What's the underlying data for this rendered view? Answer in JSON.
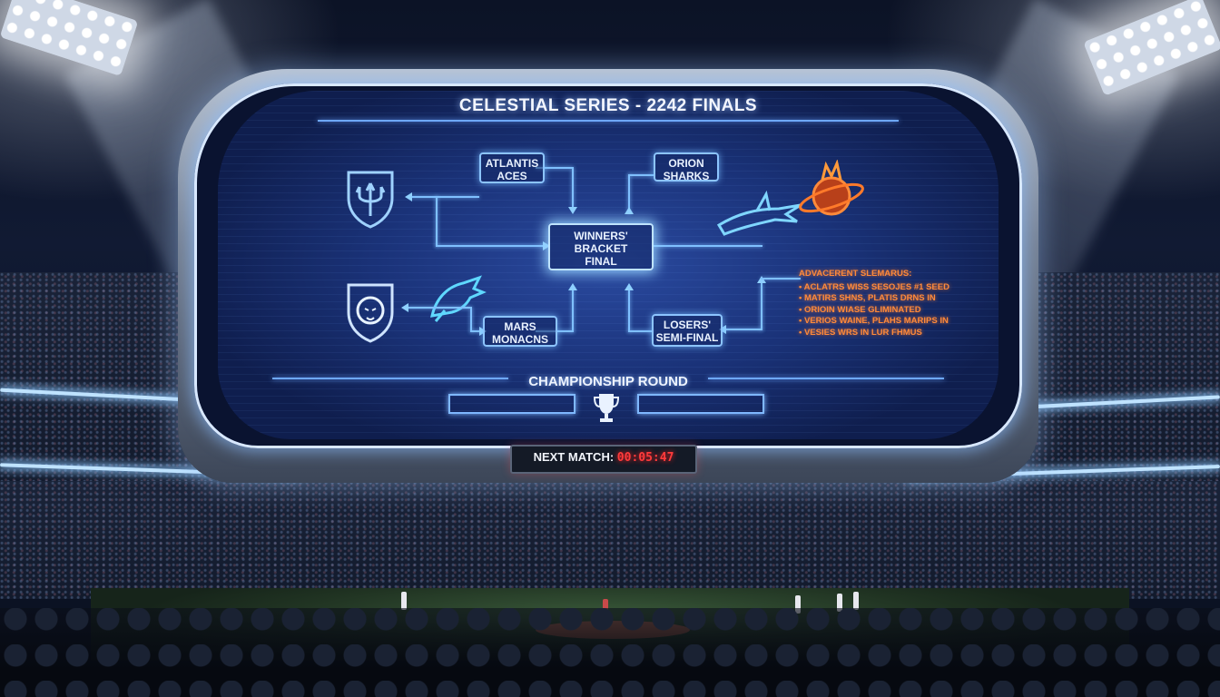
{
  "scoreboard": {
    "title": "CELESTIAL SERIES - 2242 FINALS",
    "bracket": {
      "winners_final": [
        "WINNERS'",
        "BRACKET",
        "FINAL"
      ],
      "teams": {
        "atlantis": [
          "ATLANTIS",
          "ACES"
        ],
        "orion": [
          "ORION",
          "SHARKS"
        ],
        "mars": [
          "MARS",
          "MONACNS"
        ],
        "losers_semi": [
          "LOSERS'",
          "SEMI-FINAL"
        ]
      }
    },
    "scenarios": {
      "heading": "ADVACERENT SLEMARUS:",
      "items": [
        "ACLATRS WISS SESOJES #1 SEED",
        "MATIRS SHNS, PLATIS DRNS IN",
        "ORIOIN WIASE GLIMINATED",
        "VERIOS WAINE, PLAHS MARIPS IN",
        "VESIES WRS IN LUR FHMUS"
      ]
    },
    "championship": {
      "label": "CHAMPIONSHIP ROUND",
      "trophy_icon": "trophy-icon"
    },
    "next_match": {
      "label": "NEXT MATCH:",
      "countdown": "00:05:47"
    }
  },
  "icons": {
    "atlantis": "trident-shield-icon",
    "mars": "lion-shield-icon",
    "wolf": "wolf-head-icon",
    "orion": "shark-icon",
    "planet": "flaming-planet-icon"
  },
  "colors": {
    "screen_glow": "#6ea8ff",
    "scenario_text": "#ff8a3a",
    "countdown": "#ff3b3b"
  }
}
